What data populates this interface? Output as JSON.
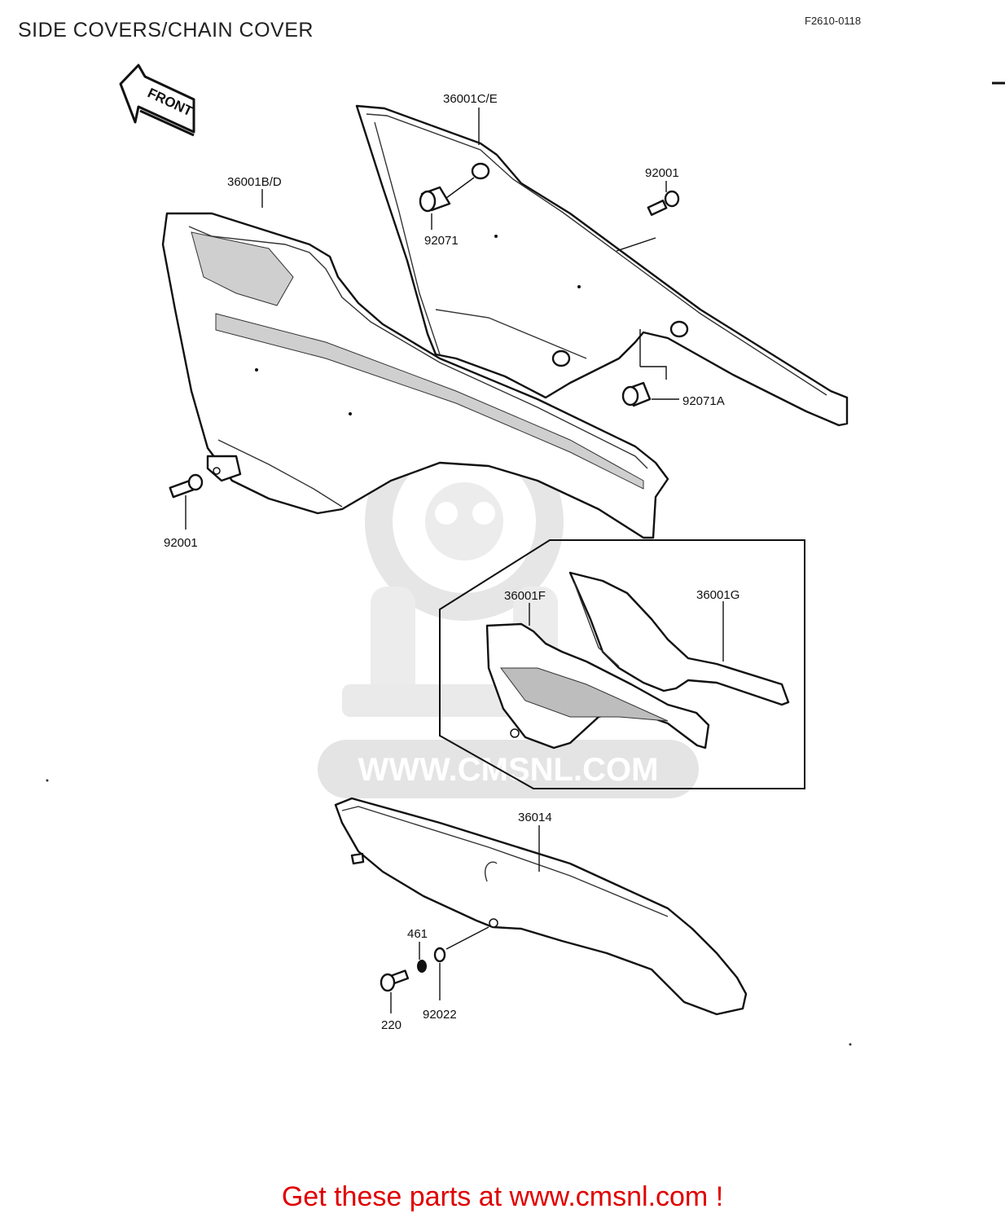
{
  "header": {
    "title": "SIDE COVERS/CHAIN COVER",
    "code": "F2610-0118"
  },
  "front_arrow": {
    "label": "FRONT"
  },
  "part_labels": [
    {
      "id": "p1",
      "text": "36001C/E"
    },
    {
      "id": "p2",
      "text": "92001"
    },
    {
      "id": "p3",
      "text": "36001B/D"
    },
    {
      "id": "p4",
      "text": "92071"
    },
    {
      "id": "p5",
      "text": "92071A"
    },
    {
      "id": "p6",
      "text": "92001"
    },
    {
      "id": "p7",
      "text": "36001F"
    },
    {
      "id": "p8",
      "text": "36001G"
    },
    {
      "id": "p9",
      "text": "36014"
    },
    {
      "id": "p10",
      "text": "461"
    },
    {
      "id": "p11",
      "text": "92022"
    },
    {
      "id": "p12",
      "text": "220"
    }
  ],
  "watermark": {
    "text": "WWW.CMSNL.COM"
  },
  "footer": {
    "text": "Get these parts at www.cmsnl.com !"
  },
  "colors": {
    "footer_text": "#e00000",
    "watermark": "#e6e6e6",
    "line": "#111111"
  }
}
